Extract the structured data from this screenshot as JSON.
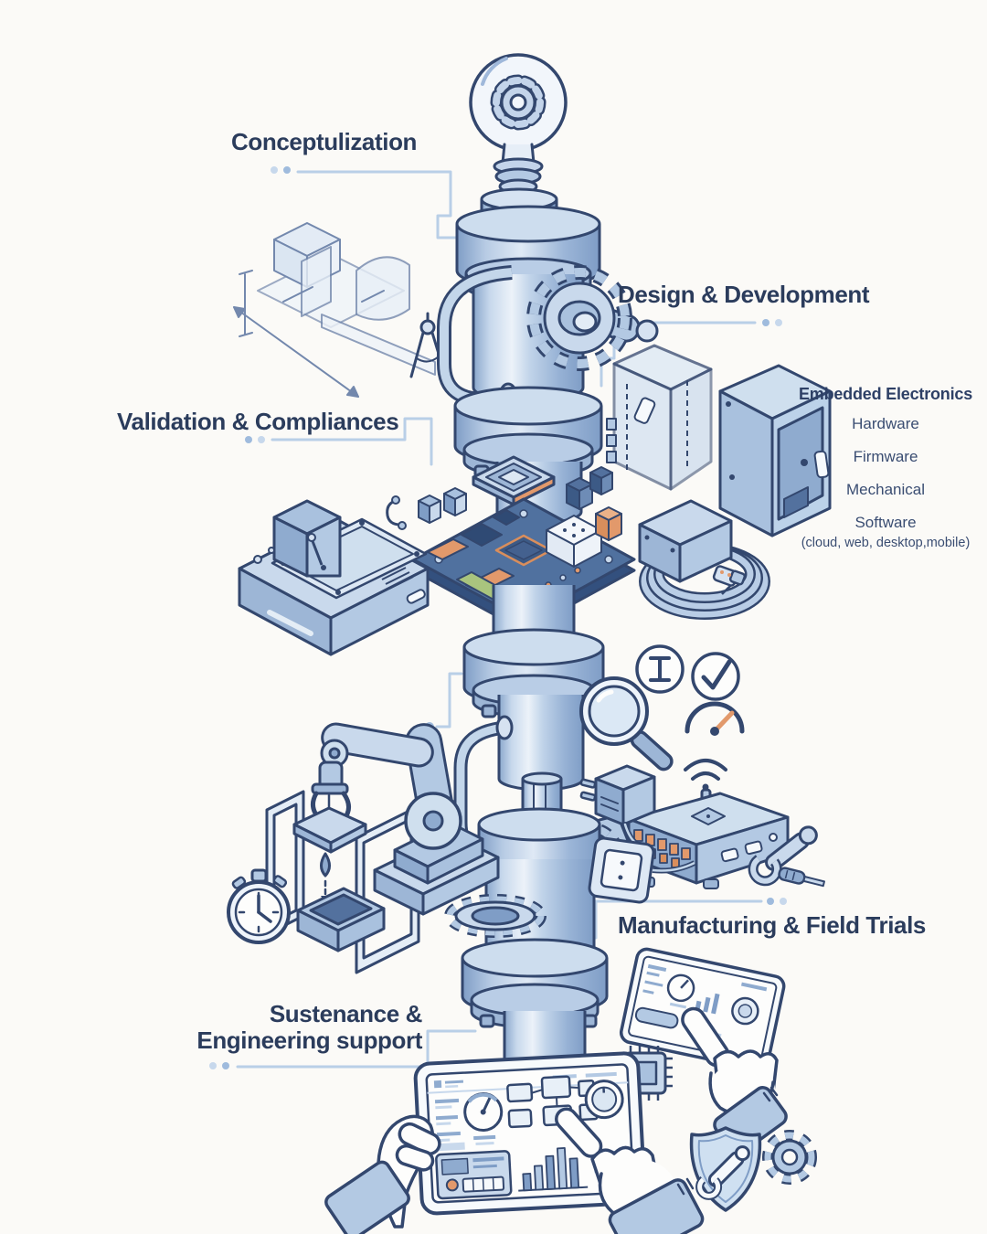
{
  "stages": {
    "conceptualization": "Conceptulization",
    "design": "Design & Development",
    "validation": "Validation & Compliances",
    "manufacturing": "Manufacturing & Field Trials",
    "sustenance_line1": "Sustenance &",
    "sustenance_line2": "Engineering support"
  },
  "embedded_electronics": {
    "title": "Embedded Electronics",
    "items": [
      "Hardware",
      "Firmware",
      "Mechanical",
      "Software"
    ],
    "software_platforms": "(cloud, web, desktop,mobile)"
  },
  "colors": {
    "ink": "#2b3c5c",
    "outline": "#33476e",
    "connector_line": "#b9cfe7",
    "fill_light": "#d6e2f1",
    "fill_mid": "#b3c9e3",
    "fill_dark": "#8fabcf",
    "accent_orange": "#e2996b",
    "background": "#fbfaf7"
  },
  "illustration_icons": [
    "idea-bulb-gear-icon",
    "cad-sketch-icon",
    "drafting-compass-icon",
    "drive-gear-icon",
    "enclosure-shell-icon",
    "embedded-device-icon",
    "pcb-board-icon",
    "test-fixture-icon",
    "cable-reel-icon",
    "magnifier-icon",
    "ibeam-circle-icon",
    "check-circle-icon",
    "gauge-icon",
    "robot-arm-icon",
    "stopwatch-icon",
    "drop-test-frame-icon",
    "controller-wifi-icon",
    "power-adapter-icon",
    "wall-plate-icon",
    "wrench-icon",
    "screwdriver-icon",
    "tablet-dashboard-icon",
    "holding-hands-icon",
    "chip-icon",
    "field-tablet-icon",
    "pointing-hand-icon",
    "shield-wrench-icon",
    "maintenance-gear-icon"
  ]
}
